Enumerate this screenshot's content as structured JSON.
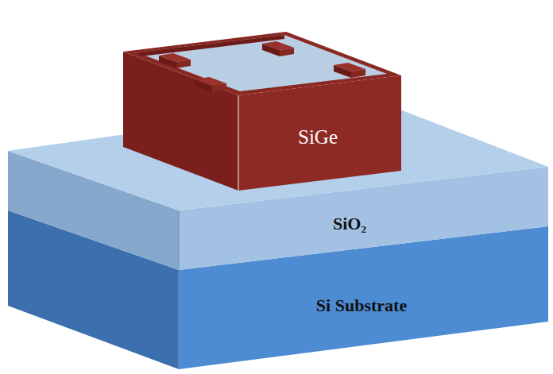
{
  "diagram": {
    "labels": [
      "SiGe",
      "SiO₂",
      "Si Substrate"
    ]
  }
}
